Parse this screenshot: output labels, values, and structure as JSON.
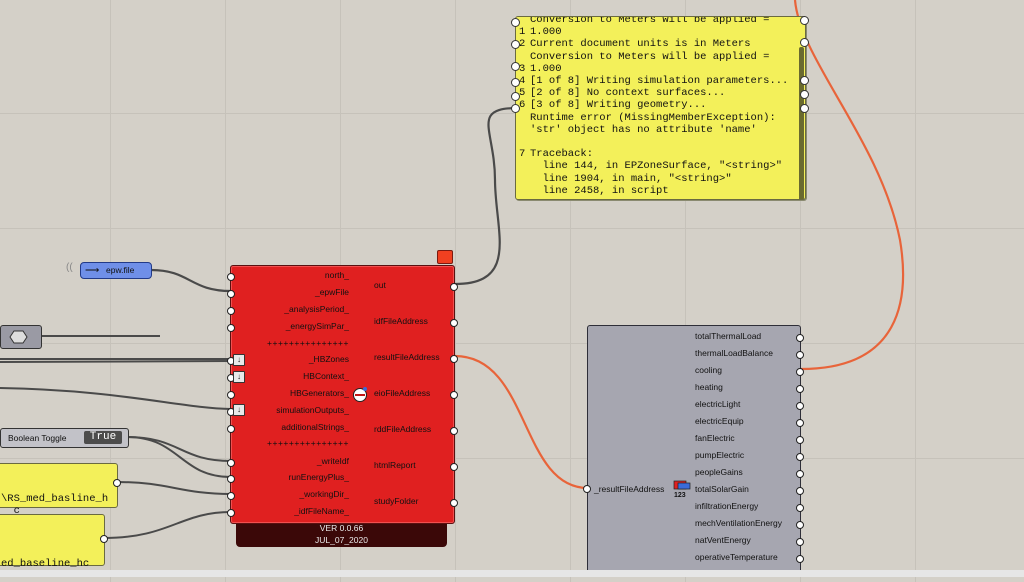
{
  "panel": {
    "lines": [
      {
        "num": "",
        "text": "Conversion to Meters will be applied ="
      },
      {
        "num": "1",
        "text": "1.000"
      },
      {
        "num": "2",
        "text": "Current document units is in Meters"
      },
      {
        "num": "",
        "text": "Conversion to Meters will be applied ="
      },
      {
        "num": "3",
        "text": "1.000"
      },
      {
        "num": "4",
        "text": "[1 of 8] Writing simulation parameters..."
      },
      {
        "num": "5",
        "text": "[2 of 8] No context surfaces..."
      },
      {
        "num": "6",
        "text": "[3 of 8] Writing geometry..."
      },
      {
        "num": "",
        "text": "Runtime error (MissingMemberException):"
      },
      {
        "num": "",
        "text": "'str' object has no attribute 'name'"
      },
      {
        "num": "",
        "text": ""
      },
      {
        "num": "7",
        "text": "Traceback:"
      },
      {
        "num": "",
        "text": "  line 144, in EPZoneSurface, \"<string>\""
      },
      {
        "num": "",
        "text": "  line 1904, in main, \"<string>\""
      },
      {
        "num": "",
        "text": "  line 2458, in script"
      }
    ]
  },
  "epw": {
    "label": "epw.file",
    "arrow": "⟶"
  },
  "bool_toggle": {
    "label": "Boolean Toggle",
    "value": "True"
  },
  "ypanel1": {
    "text": "\\RS_med_basline_h\n  c"
  },
  "ypanel2": {
    "text": "ed_baseline_hc"
  },
  "red_component": {
    "inputs": [
      "north_",
      "_epwFile",
      "_analysisPeriod_",
      "_energySimPar_",
      "+++++++++++++++",
      "_HBZones",
      "HBContext_",
      "HBGenerators_",
      "simulationOutputs_",
      "additionalStrings_",
      "+++++++++++++++",
      "_writeIdf",
      "runEnergyPlus_",
      "_workingDir_",
      "_idfFileName_"
    ],
    "outputs": [
      "out",
      "idfFileAddress",
      "resultFileAddress",
      "eioFileAddress",
      "rddFileAddress",
      "htmlReport",
      "studyFolder"
    ],
    "version": "VER 0.0.66",
    "date": "JUL_07_2020"
  },
  "gray_component": {
    "input": "_resultFileAddress",
    "outputs": [
      "totalThermalLoad",
      "thermalLoadBalance",
      "cooling",
      "heating",
      "electricLight",
      "electricEquip",
      "fanElectric",
      "pumpElectric",
      "peopleGains",
      "totalSolarGain",
      "infiltrationEnergy",
      "mechVentilationEnergy",
      "natVentEnergy",
      "operativeTemperature"
    ]
  },
  "colors": {
    "canvas": "#d4d0c8",
    "component_red": "#e02020",
    "panel_yellow": "#f3f05a",
    "wire_orange": "#e8643a",
    "wire_gray": "#4a4a4a"
  }
}
